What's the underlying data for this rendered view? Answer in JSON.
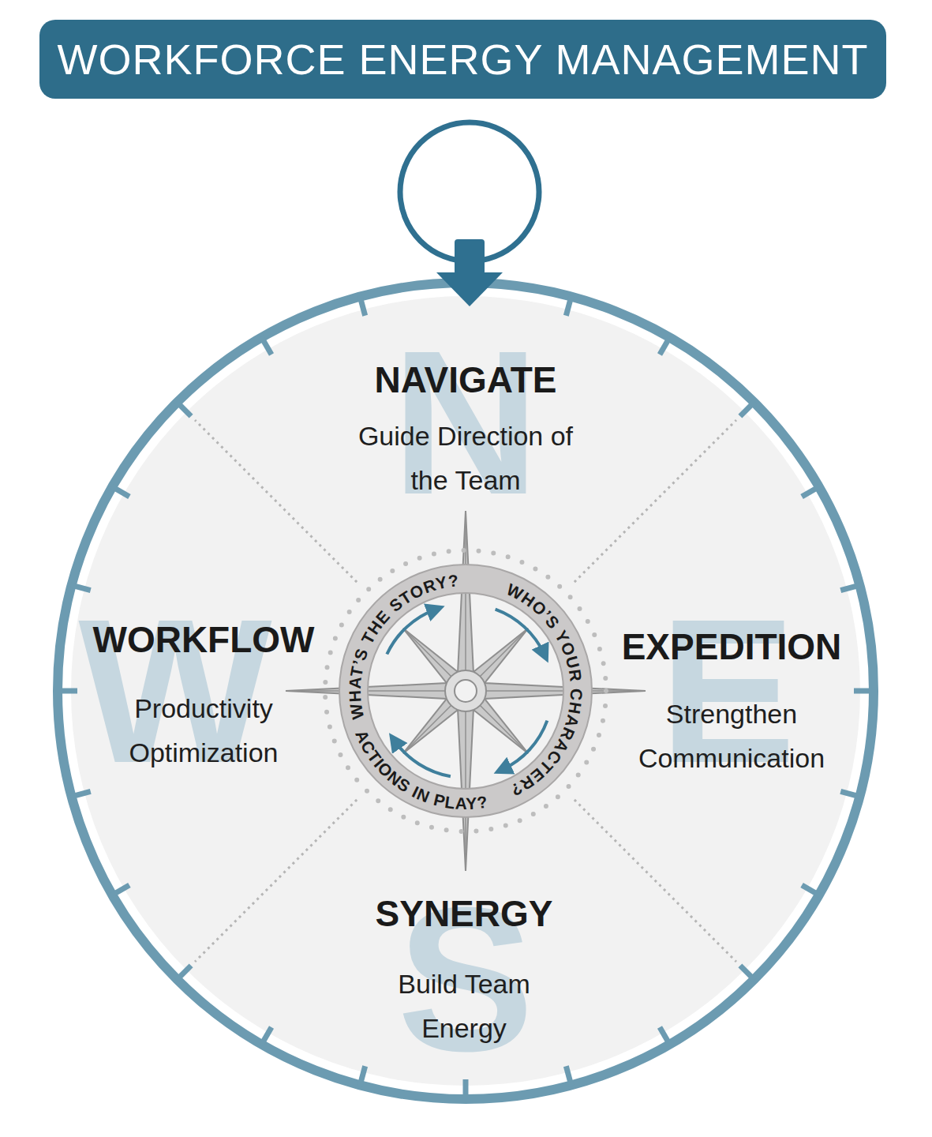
{
  "diagram": {
    "title": "WORKFORCE ENERGY MANAGEMENT",
    "nodes": [
      {
        "text": [
          "NAVIGATE",
          "Guide Direction of the Team"
        ]
      },
      {
        "text": [
          "WORKFLOW",
          "Productivity Optimization"
        ]
      },
      {
        "text": [
          "WHAT’S THE STORY?",
          "WHO’S YOUR CHARACTER?",
          "ACTIONS IN PLAY?"
        ]
      },
      {
        "text": [
          "EXPEDITION",
          "Strengthen Communication"
        ]
      },
      {
        "text": [
          "SYNERGY",
          "Build Team Energy"
        ]
      }
    ],
    "labels": [
      "N",
      "W",
      "E",
      "S"
    ]
  }
}
